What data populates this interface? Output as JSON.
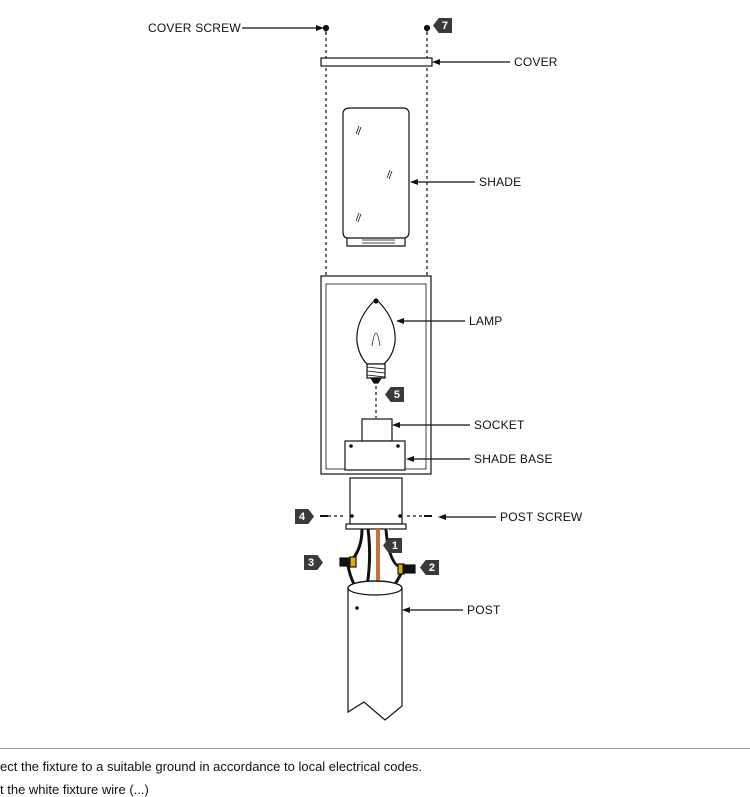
{
  "labels": {
    "cover_screw": "COVER SCREW",
    "cover": "COVER",
    "shade": "SHADE",
    "lamp": "LAMP",
    "socket": "SOCKET",
    "shade_base": "SHADE BASE",
    "post_screw": "POST SCREW",
    "post": "POST"
  },
  "steps": {
    "s1": "1",
    "s2": "2",
    "s3": "3",
    "s4": "4",
    "s5": "5",
    "s7": "7"
  },
  "instructions": [
    "ect the fixture to a suitable ground in accordance to local electrical codes.",
    "t the white fixture wire (...)"
  ],
  "colors": {
    "line": "#111111",
    "step_bg": "#3a3a3a",
    "ground_wire": "#c8733a",
    "connector": "#e0b000"
  }
}
